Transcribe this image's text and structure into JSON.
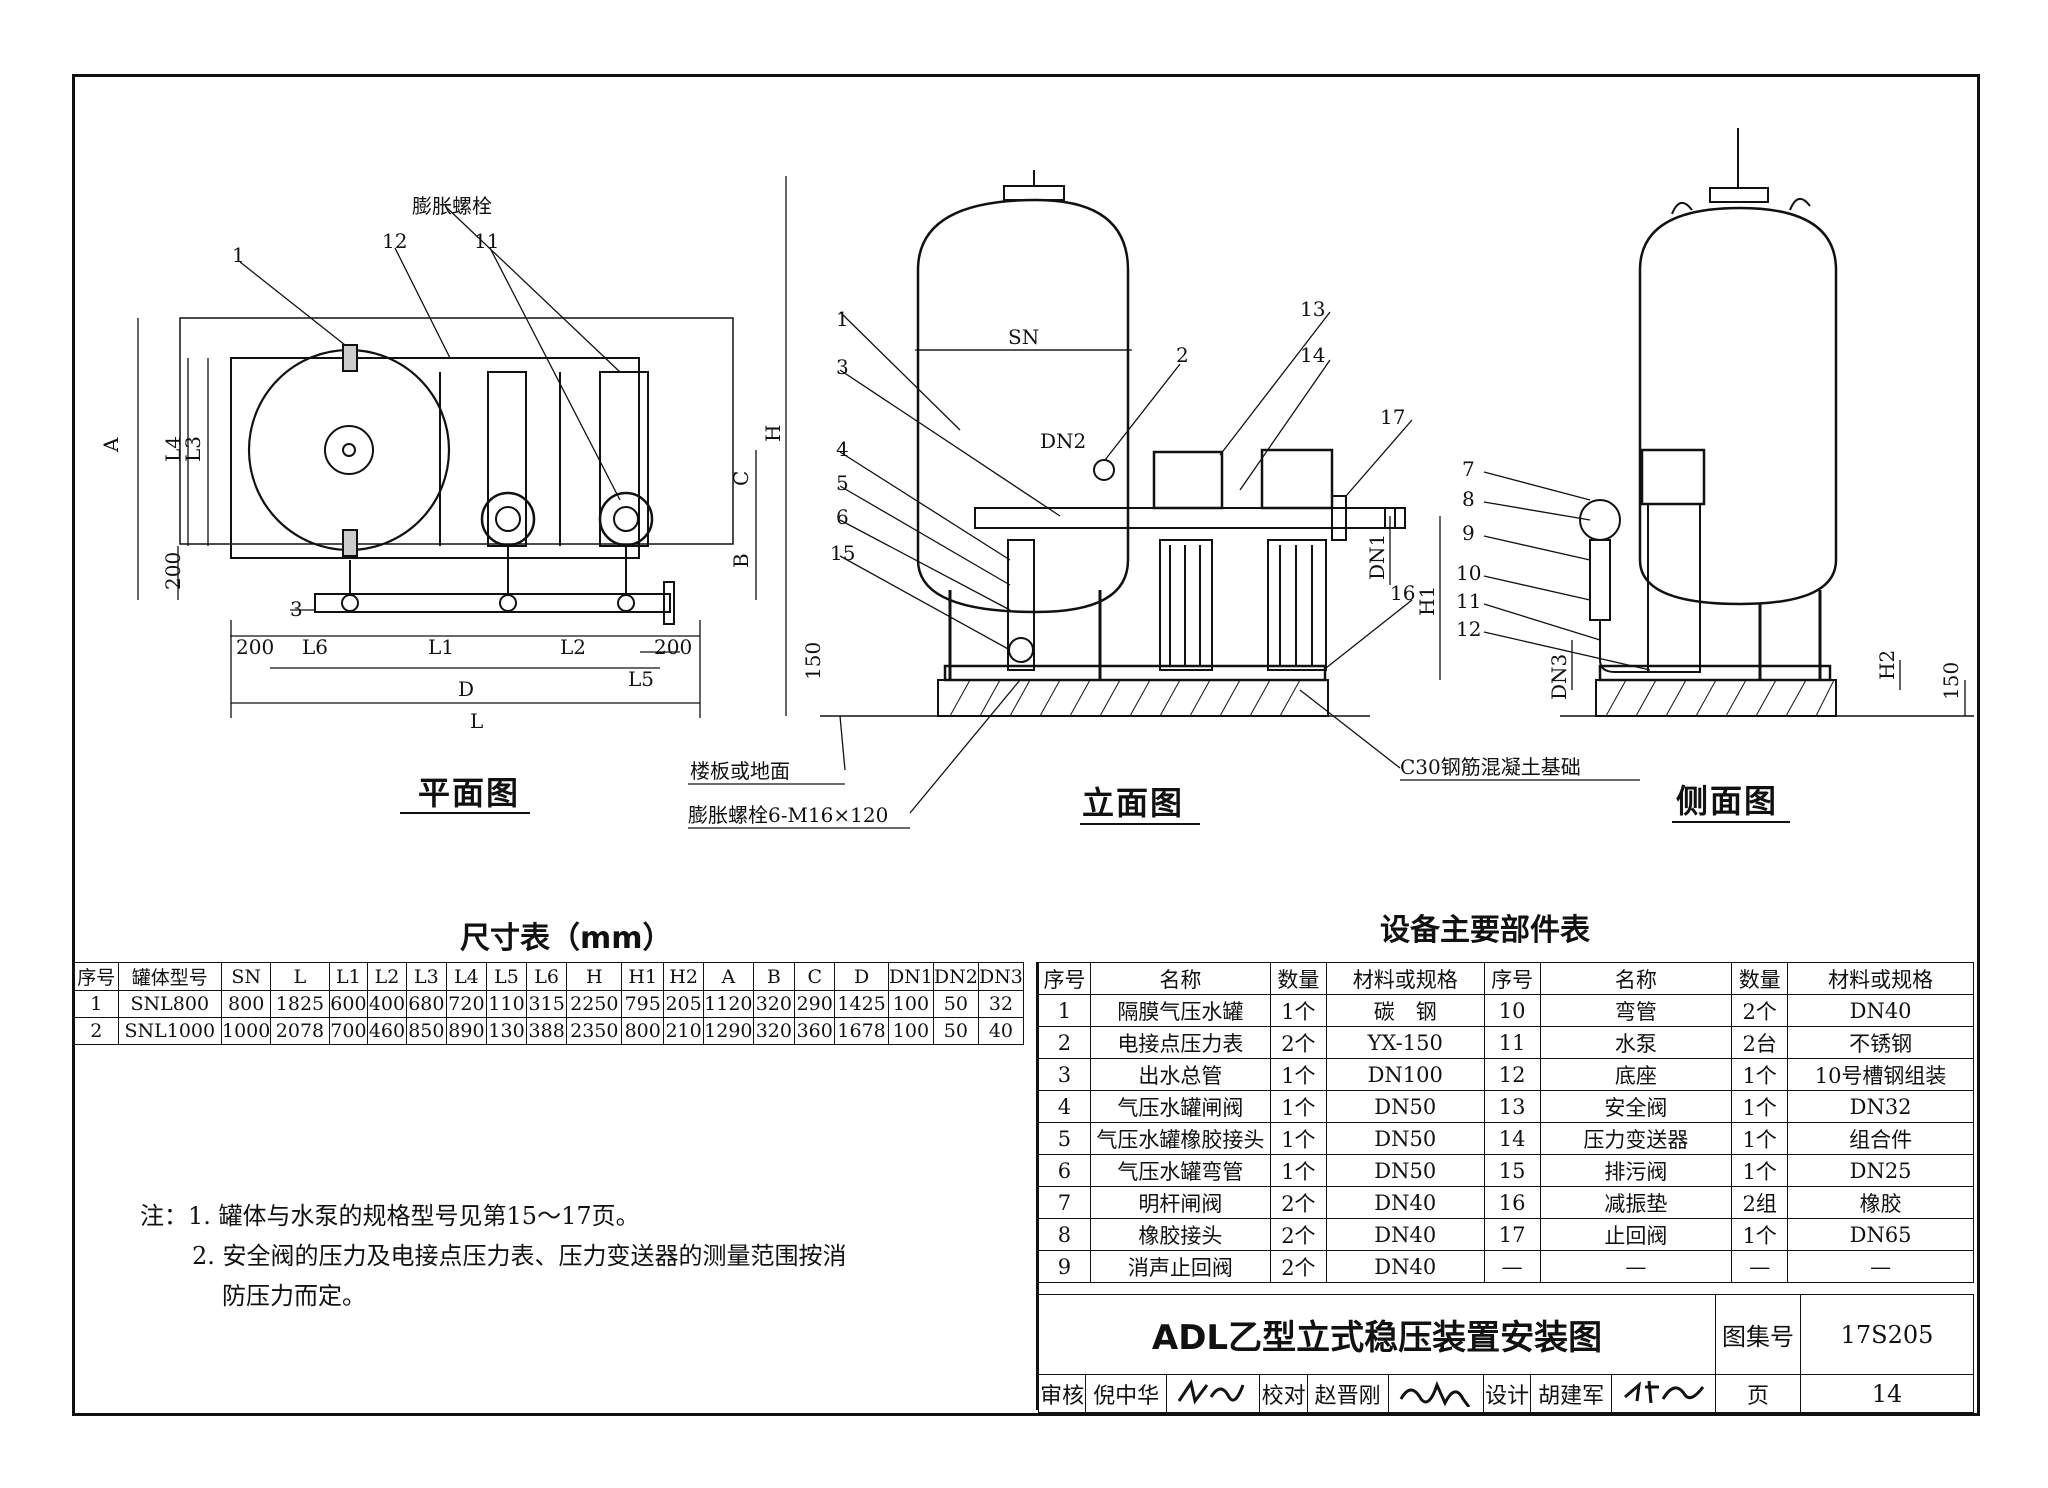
{
  "plan": {
    "caption": "平面图",
    "label_bolt": "膨胀螺栓",
    "callouts": [
      "1",
      "12",
      "11",
      "3"
    ],
    "dims": {
      "A": "A",
      "L4": "L4",
      "L3": "L3",
      "d200": "200",
      "C": "C",
      "B": "B",
      "L6": "L6",
      "L1": "L1",
      "L2": "L2",
      "L5": "L5",
      "D": "D",
      "L": "L",
      "d200_left": "200",
      "d200_right": "200"
    }
  },
  "elevation": {
    "caption": "立面图",
    "callouts": [
      "1",
      "3",
      "4",
      "5",
      "6",
      "15",
      "2",
      "13",
      "14",
      "17",
      "16"
    ],
    "dims": {
      "SN": "SN",
      "H": "H",
      "DN2": "DN2",
      "DN1": "DN1",
      "H1": "H1",
      "d150": "150"
    },
    "label_floor": "楼板或地面",
    "label_bolt_spec": "膨胀螺栓6-M16×120",
    "label_foundation": "C30钢筋混凝土基础"
  },
  "side": {
    "caption": "侧面图",
    "callouts": [
      "7",
      "8",
      "9",
      "10",
      "11",
      "12"
    ],
    "dims": {
      "DN3": "DN3",
      "H2": "H2",
      "d150": "150"
    }
  },
  "dimension_table": {
    "title": "尺寸表（mm）",
    "headers": [
      "序号",
      "罐体型号",
      "SN",
      "L",
      "L1",
      "L2",
      "L3",
      "L4",
      "L5",
      "L6",
      "H",
      "H1",
      "H2",
      "A",
      "B",
      "C",
      "D",
      "DN1",
      "DN2",
      "DN3"
    ],
    "rows": [
      [
        "1",
        "SNL800",
        "800",
        "1825",
        "600",
        "400",
        "680",
        "720",
        "110",
        "315",
        "2250",
        "795",
        "205",
        "1120",
        "320",
        "290",
        "1425",
        "100",
        "50",
        "32"
      ],
      [
        "2",
        "SNL1000",
        "1000",
        "2078",
        "700",
        "460",
        "850",
        "890",
        "130",
        "388",
        "2350",
        "800",
        "210",
        "1290",
        "320",
        "360",
        "1678",
        "100",
        "50",
        "40"
      ]
    ]
  },
  "parts_table": {
    "title": "设备主要部件表",
    "headers": [
      "序号",
      "名称",
      "数量",
      "材料或规格",
      "序号",
      "名称",
      "数量",
      "材料或规格"
    ],
    "rows": [
      [
        "1",
        "隔膜气压水罐",
        "1个",
        "碳　钢",
        "10",
        "弯管",
        "2个",
        "DN40"
      ],
      [
        "2",
        "电接点压力表",
        "2个",
        "YX-150",
        "11",
        "水泵",
        "2台",
        "不锈钢"
      ],
      [
        "3",
        "出水总管",
        "1个",
        "DN100",
        "12",
        "底座",
        "1个",
        "10号槽钢组装"
      ],
      [
        "4",
        "气压水罐闸阀",
        "1个",
        "DN50",
        "13",
        "安全阀",
        "1个",
        "DN32"
      ],
      [
        "5",
        "气压水罐橡胶接头",
        "1个",
        "DN50",
        "14",
        "压力变送器",
        "1个",
        "组合件"
      ],
      [
        "6",
        "气压水罐弯管",
        "1个",
        "DN50",
        "15",
        "排污阀",
        "1个",
        "DN25"
      ],
      [
        "7",
        "明杆闸阀",
        "2个",
        "DN40",
        "16",
        "减振垫",
        "2组",
        "橡胶"
      ],
      [
        "8",
        "橡胶接头",
        "2个",
        "DN40",
        "17",
        "止回阀",
        "1个",
        "DN65"
      ],
      [
        "9",
        "消声止回阀",
        "2个",
        "DN40",
        "—",
        "—",
        "—",
        "—"
      ]
    ]
  },
  "notes": {
    "prefix": "注：",
    "items": [
      "1. 罐体与水泵的规格型号见第15～17页。",
      "2. 安全阀的压力及电接点压力表、压力变送器的测量范围按消",
      "防压力而定。"
    ]
  },
  "title_block": {
    "drawing_title": "ADL乙型立式稳压装置安装图",
    "atlas_label": "图集号",
    "atlas_no": "17S205",
    "review_label": "审核",
    "reviewer": "倪中华",
    "check_label": "校对",
    "checker": "赵晋刚",
    "design_label": "设计",
    "designer": "胡建军",
    "page_label": "页",
    "page_no": "14"
  }
}
